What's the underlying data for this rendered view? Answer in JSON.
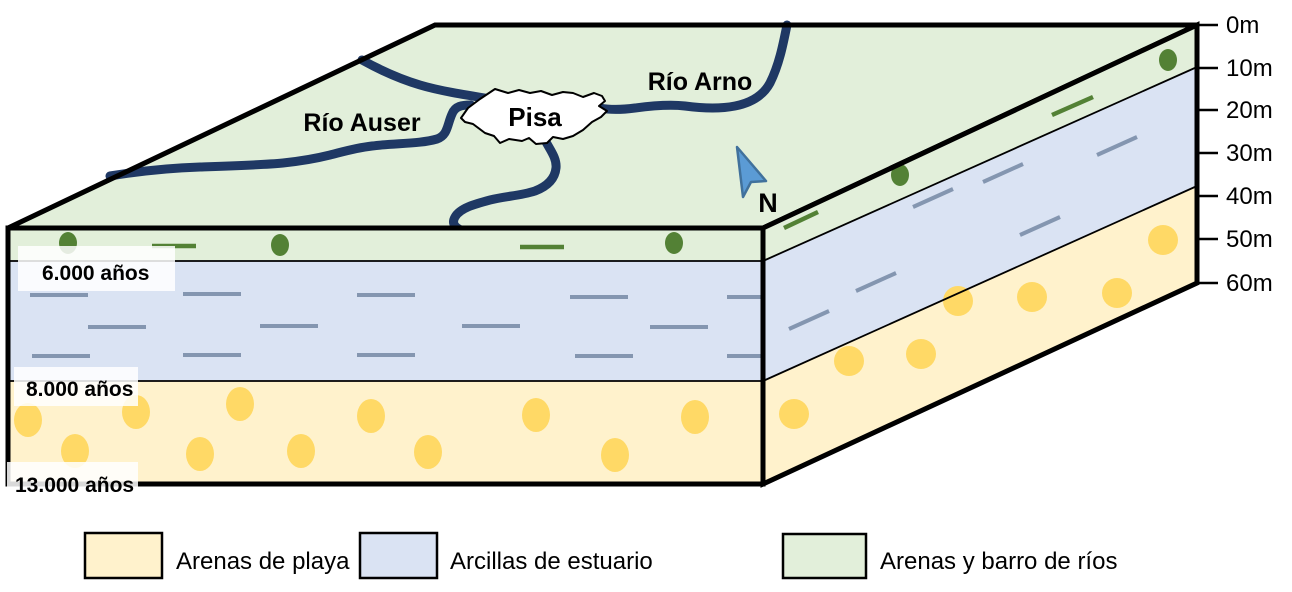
{
  "palette": {
    "river": "#1f3864",
    "sand_fill": "#fff2cc",
    "sand_dot": "#ffd966",
    "clay_fill": "#dae3f3",
    "clay_dash": "#8496b0",
    "fluvial_fill": "#e2efda",
    "fluvial_dot": "#538135",
    "north_arrow": "#5b9bd5",
    "north_arrow_border": "#41719c",
    "north_text": "#4a90d5",
    "outline": "#000000"
  },
  "map": {
    "city_label": "Pisa",
    "river_auser_label": "Río Auser",
    "river_arno_label": "Río Arno",
    "north_label": "N"
  },
  "depth_scale": {
    "ticks": [
      "0m",
      "10m",
      "20m",
      "30m",
      "40m",
      "50m",
      "60m"
    ]
  },
  "age_labels": [
    "6.000 años",
    "8.000 años",
    "13.000 años"
  ],
  "legend": {
    "items": [
      {
        "label": "Arenas de playa",
        "color": "#fff2cc"
      },
      {
        "label": "Arcillas de estuario",
        "color": "#dae3f3"
      },
      {
        "label": "Arenas y barro de ríos",
        "color": "#e2efda"
      }
    ]
  }
}
